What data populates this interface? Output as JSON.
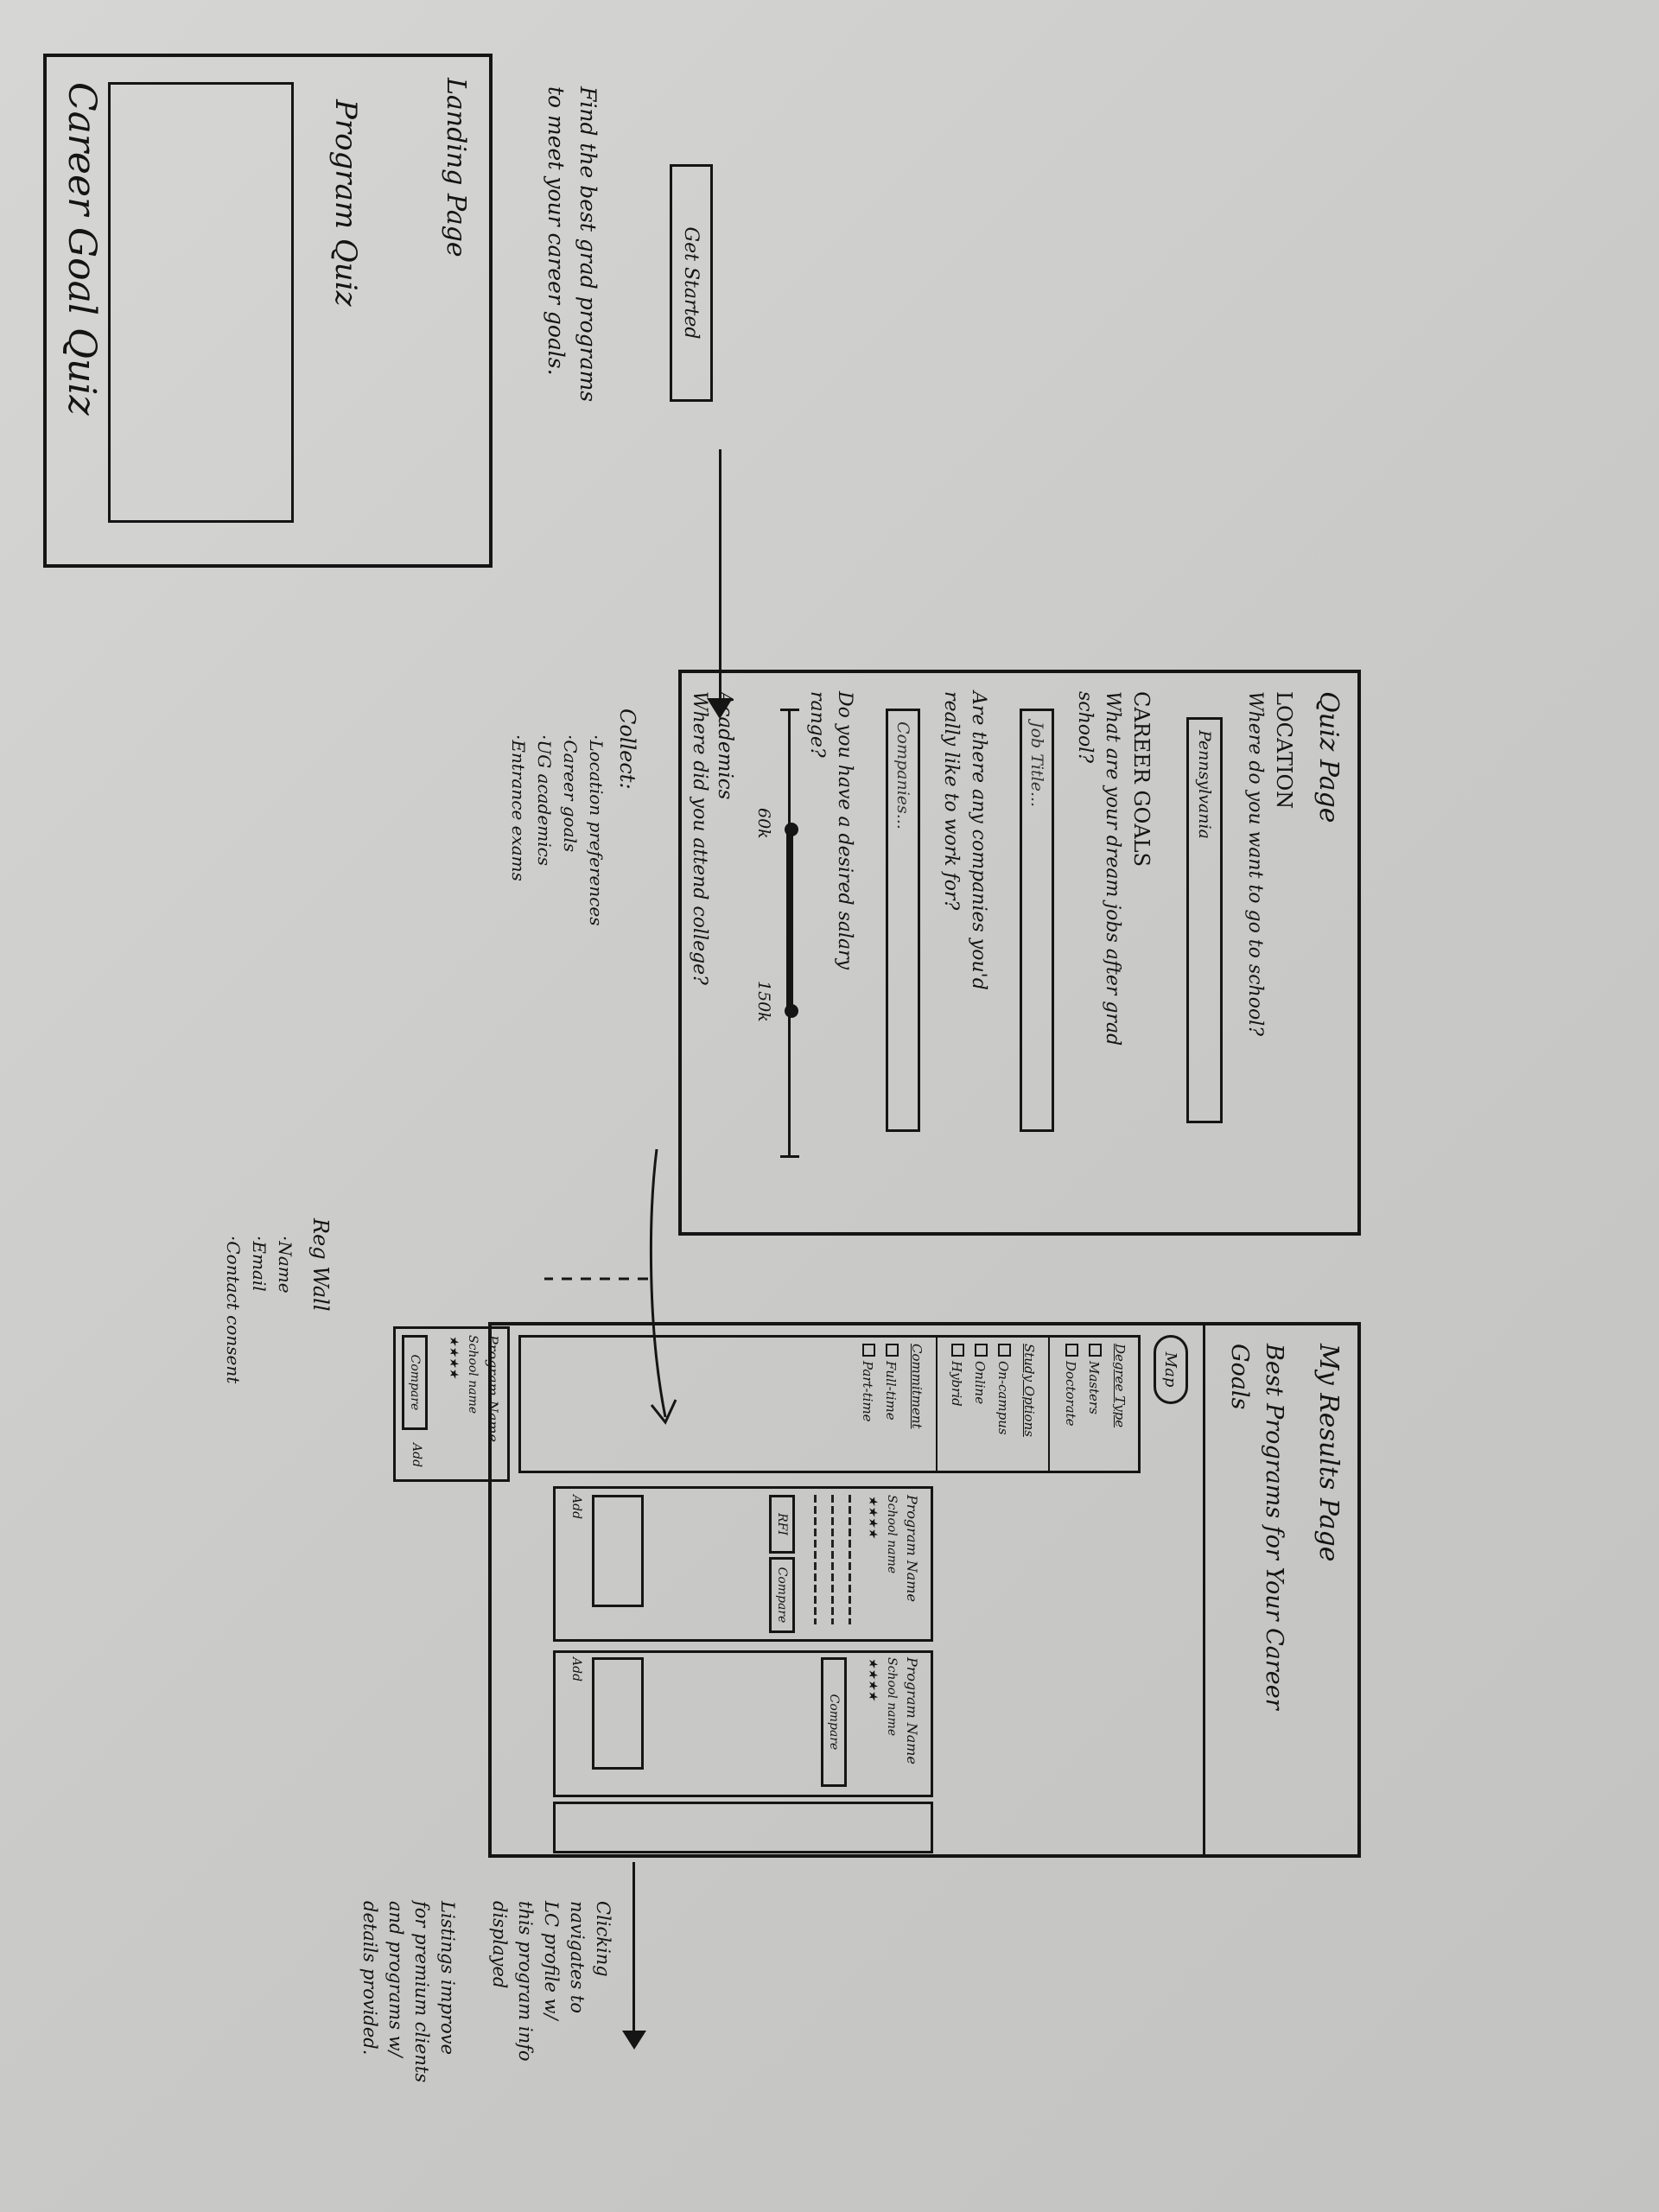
{
  "title": "Career Goal Quiz",
  "landing": {
    "label": "Landing Page",
    "heading": "Program Quiz",
    "tagline_line1": "Find the best grad programs",
    "tagline_line2": "to meet your career goals.",
    "cta": "Get Started"
  },
  "quiz": {
    "label": "Quiz Page",
    "location": {
      "heading": "LOCATION",
      "question": "Where do you want to go to school?",
      "value": "Pennsylvania"
    },
    "career": {
      "heading": "CAREER GOALS",
      "question_line1": "What are your dream jobs after grad",
      "question_line2": "school?",
      "placeholder": "Job Title..."
    },
    "companies": {
      "question_line1": "Are there any companies you'd",
      "question_line2": "really like to work for?",
      "placeholder": "Companies..."
    },
    "salary": {
      "question_line1": "Do you have a desired salary",
      "question_line2": "range?",
      "min_label": "60k",
      "max_label": "150k"
    },
    "academics": {
      "heading": "Academics",
      "question": "Where did you attend college?"
    }
  },
  "collect": {
    "heading": "Collect:",
    "items": [
      "·Location preferences",
      "·Career goals",
      "·UG academics",
      "·Entrance exams"
    ]
  },
  "reg_wall": {
    "heading": "Reg Wall",
    "items": [
      "·Name",
      "·Email",
      "·Contact consent"
    ]
  },
  "results": {
    "label": "My Results Page",
    "heading_line1": "Best Programs for Your Career",
    "heading_line2": "Goals",
    "map_button": "Map",
    "filters": {
      "degree_type": {
        "title": "Degree Type",
        "options": [
          "Masters",
          "Doctorate"
        ]
      },
      "study_options": {
        "title": "Study Options",
        "options": [
          "On-campus",
          "Online",
          "Hybrid"
        ]
      },
      "commitment": {
        "title": "Commitment",
        "options": [
          "Full-time",
          "Part-time"
        ]
      }
    },
    "cards": [
      {
        "program": "Program Name",
        "school": "School name",
        "rating": "★★★★",
        "buttons": [
          "RFI",
          "Compare"
        ],
        "add": "Add"
      },
      {
        "program": "Program Name",
        "school": "School name",
        "rating": "★★★★",
        "buttons": [
          "Compare"
        ],
        "add": "Add"
      },
      {
        "program": "Program Name",
        "school": "School name",
        "rating": "★★★★",
        "buttons": [
          "Compare"
        ],
        "add": "Add"
      }
    ]
  },
  "notes": {
    "clicking_line1": "Clicking",
    "clicking_line2": "navigates to",
    "clicking_line3": "LC profile w/",
    "clicking_line4": "this program info",
    "clicking_line5": "displayed",
    "listing_line1": "Listings improve",
    "listing_line2": "for premium clients",
    "listing_line3": "and programs w/",
    "listing_line4": "details provided."
  }
}
